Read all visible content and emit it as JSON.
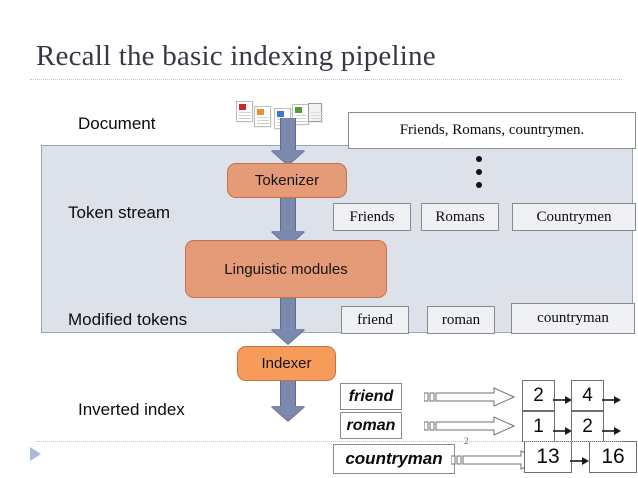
{
  "slide": {
    "title": "Recall the basic indexing pipeline",
    "stage_labels": {
      "document": "Document",
      "token_stream": "Token stream",
      "modified_tokens": "Modified tokens",
      "inverted_index": "Inverted index"
    },
    "process_boxes": {
      "tokenizer": "Tokenizer",
      "linguistic_modules": "Linguistic modules",
      "indexer": "Indexer"
    },
    "source_document_text": "Friends, Romans, countrymen.",
    "ellipsis_marker": "vertical-ellipsis",
    "tokens": [
      "Friends",
      "Romans",
      "Countrymen"
    ],
    "modified_tokens": [
      "friend",
      "roman",
      "countryman"
    ],
    "inverted_index_rows": [
      {
        "term": "friend",
        "postings": [
          "2",
          "4"
        ],
        "has_trailing_arrow": true
      },
      {
        "term": "roman",
        "postings": [
          "1",
          "2"
        ],
        "has_trailing_arrow": true
      },
      {
        "term": "countryman",
        "postings": [
          "13",
          "16"
        ],
        "has_trailing_arrow": false
      }
    ],
    "superscript_note": "2",
    "doc_icons": [
      "pdf-document-icon",
      "orange-document-icon",
      "blue-document-icon",
      "green-document-icon",
      "plain-page-icon"
    ],
    "colors": {
      "title_text": "#36384a",
      "panel_fill": "#dde1ea",
      "panel_border": "#9aa3b8",
      "arrow_slate": "#7b89ae",
      "arrow_slate_border": "#5d6a8c",
      "process_box_fill": "#e59b78",
      "process_box_border": "#c4714a",
      "indexer_fill": "#f79b5b",
      "token_box_fill": "#eff1f5",
      "token_box_border": "#8a8a8a",
      "rule_dotted": "#b9c4d6",
      "bullet_triangle": "#a9bcd4"
    }
  }
}
